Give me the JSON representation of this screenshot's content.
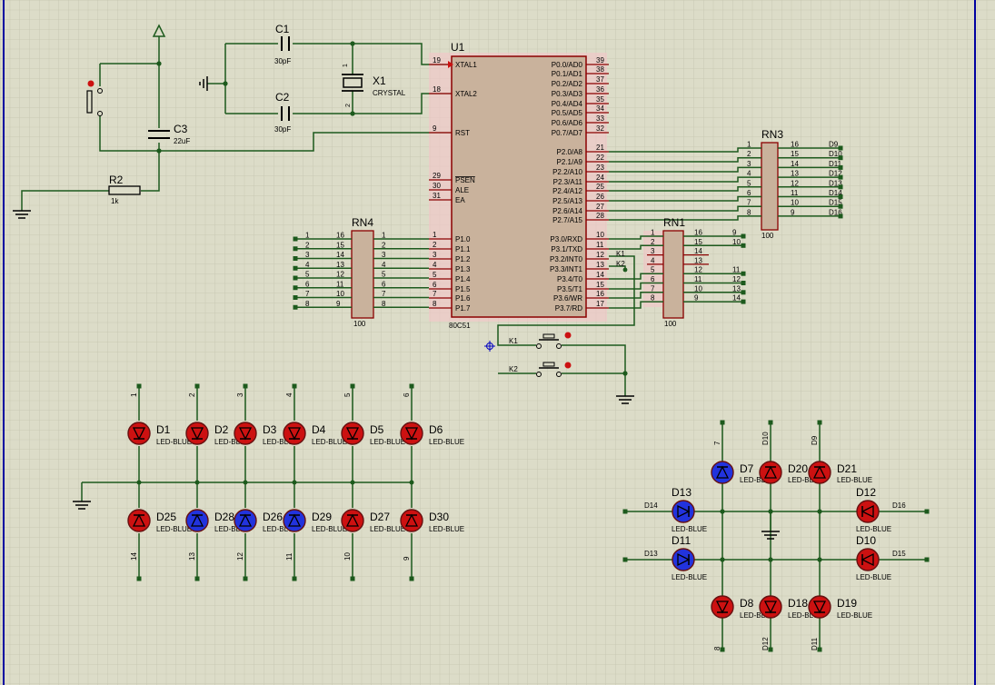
{
  "chip": {
    "ref": "U1",
    "type": "80C51",
    "left_pins": [
      {
        "num": "19",
        "name": "XTAL1"
      },
      {
        "num": "18",
        "name": "XTAL2"
      },
      {
        "num": "9",
        "name": "RST"
      },
      {
        "num": "29",
        "name": "PSEN"
      },
      {
        "num": "30",
        "name": "ALE"
      },
      {
        "num": "31",
        "name": "EA"
      },
      {
        "num": "1",
        "name": "P1.0"
      },
      {
        "num": "2",
        "name": "P1.1"
      },
      {
        "num": "3",
        "name": "P1.2"
      },
      {
        "num": "4",
        "name": "P1.3"
      },
      {
        "num": "5",
        "name": "P1.4"
      },
      {
        "num": "6",
        "name": "P1.5"
      },
      {
        "num": "7",
        "name": "P1.6"
      },
      {
        "num": "8",
        "name": "P1.7"
      }
    ],
    "right_pins": [
      {
        "num": "39",
        "name": "P0.0/AD0"
      },
      {
        "num": "38",
        "name": "P0.1/AD1"
      },
      {
        "num": "37",
        "name": "P0.2/AD2"
      },
      {
        "num": "36",
        "name": "P0.3/AD3"
      },
      {
        "num": "35",
        "name": "P0.4/AD4"
      },
      {
        "num": "34",
        "name": "P0.5/AD5"
      },
      {
        "num": "33",
        "name": "P0.6/AD6"
      },
      {
        "num": "32",
        "name": "P0.7/AD7"
      },
      {
        "num": "21",
        "name": "P2.0/A8"
      },
      {
        "num": "22",
        "name": "P2.1/A9"
      },
      {
        "num": "23",
        "name": "P2.2/A10"
      },
      {
        "num": "24",
        "name": "P2.3/A11"
      },
      {
        "num": "25",
        "name": "P2.4/A12"
      },
      {
        "num": "26",
        "name": "P2.5/A13"
      },
      {
        "num": "27",
        "name": "P2.6/A14"
      },
      {
        "num": "28",
        "name": "P2.7/A15"
      },
      {
        "num": "10",
        "name": "P3.0/RXD"
      },
      {
        "num": "11",
        "name": "P3.1/TXD"
      },
      {
        "num": "12",
        "name": "P3.2/INT0"
      },
      {
        "num": "13",
        "name": "P3.3/INT1"
      },
      {
        "num": "14",
        "name": "P3.4/T0"
      },
      {
        "num": "15",
        "name": "P3.5/T1"
      },
      {
        "num": "16",
        "name": "P3.6/WR"
      },
      {
        "num": "17",
        "name": "P3.7/RD"
      }
    ]
  },
  "components": {
    "c1": {
      "ref": "C1",
      "value": "30pF"
    },
    "c2": {
      "ref": "C2",
      "value": "30pF"
    },
    "c3": {
      "ref": "C3",
      "value": "22uF"
    },
    "x1": {
      "ref": "X1",
      "value": "CRYSTAL",
      "pin1": "1",
      "pin2": "2"
    },
    "r2": {
      "ref": "R2",
      "value": "1k"
    },
    "k1": {
      "ref": "K1"
    },
    "k2": {
      "ref": "K2"
    }
  },
  "rn3": {
    "ref": "RN3",
    "value": "100",
    "left": [
      "1",
      "2",
      "3",
      "4",
      "5",
      "6",
      "7",
      "8"
    ],
    "right": [
      "16",
      "15",
      "14",
      "13",
      "12",
      "11",
      "10",
      "9"
    ],
    "nets": [
      "D9",
      "D10",
      "D11",
      "D12",
      "D13",
      "D14",
      "D15",
      "D16"
    ]
  },
  "rn4": {
    "ref": "RN4",
    "value": "100",
    "outer": [
      "1",
      "2",
      "3",
      "4",
      "5",
      "6",
      "7",
      "8"
    ],
    "left": [
      "16",
      "15",
      "14",
      "13",
      "12",
      "11",
      "10",
      "9"
    ],
    "right": [
      "1",
      "2",
      "3",
      "4",
      "5",
      "6",
      "7",
      "8"
    ]
  },
  "rn1": {
    "ref": "RN1",
    "value": "100",
    "left": [
      "1",
      "2",
      "3",
      "4",
      "5",
      "6",
      "7",
      "8"
    ],
    "right": [
      "16",
      "15",
      "14",
      "13",
      "12",
      "11",
      "10",
      "9"
    ],
    "outer": [
      "9",
      "10",
      "",
      "",
      "11",
      "12",
      "13",
      "14"
    ]
  },
  "p3_nets": {
    "k1": "K1",
    "k2": "K2"
  },
  "led_matrix_left": {
    "top_row": [
      {
        "ref": "D1",
        "value": "LED-BLUE",
        "lit": false,
        "col_net": "1"
      },
      {
        "ref": "D2",
        "value": "LED-BLUE",
        "lit": false,
        "col_net": "2"
      },
      {
        "ref": "D3",
        "value": "LED-BLUE",
        "lit": false,
        "col_net": "3"
      },
      {
        "ref": "D4",
        "value": "LED-BLUE",
        "lit": false,
        "col_net": "4"
      },
      {
        "ref": "D5",
        "value": "LED-BLUE",
        "lit": false,
        "col_net": "5"
      },
      {
        "ref": "D6",
        "value": "LED-BLUE",
        "lit": false,
        "col_net": "6"
      }
    ],
    "bottom_row": [
      {
        "ref": "D25",
        "value": "LED-BLUE",
        "lit": false,
        "col_net": "14"
      },
      {
        "ref": "D28",
        "value": "LED-BLUE",
        "lit": true,
        "col_net": "13"
      },
      {
        "ref": "D26",
        "value": "LED-BLUE",
        "lit": true,
        "col_net": "12"
      },
      {
        "ref": "D29",
        "value": "LED-BLUE",
        "lit": true,
        "col_net": "11"
      },
      {
        "ref": "D27",
        "value": "LED-BLUE",
        "lit": false,
        "col_net": "10"
      },
      {
        "ref": "D30",
        "value": "LED-BLUE",
        "lit": false,
        "col_net": "9"
      }
    ]
  },
  "led_matrix_right": {
    "top": [
      {
        "ref": "D7",
        "value": "LED-BLUE",
        "lit": true,
        "net": "7"
      },
      {
        "ref": "D20",
        "value": "LED-BLUE",
        "lit": false,
        "net": "D10"
      },
      {
        "ref": "D21",
        "value": "LED-BLUE",
        "lit": false,
        "net": "D9"
      }
    ],
    "middle_left": [
      {
        "ref": "D13",
        "value": "LED-BLUE",
        "lit": true,
        "net": "D14"
      },
      {
        "ref": "D11",
        "value": "LED-BLUE",
        "lit": true,
        "net": "D13"
      }
    ],
    "middle_right": [
      {
        "ref": "D12",
        "value": "LED-BLUE",
        "lit": false,
        "net": "D16"
      },
      {
        "ref": "D10",
        "value": "LED-BLUE",
        "lit": false,
        "net": "D15"
      }
    ],
    "bottom": [
      {
        "ref": "D8",
        "value": "LED-BLUE",
        "lit": false,
        "net": "8"
      },
      {
        "ref": "D18",
        "value": "LED-BLUE",
        "lit": false,
        "net": "D12"
      },
      {
        "ref": "D19",
        "value": "LED-BLUE",
        "lit": false,
        "net": "D11"
      }
    ]
  },
  "colors": {
    "background": "#dcdcc8",
    "grid": "#c4c4ae",
    "wire": "#1d5a1d",
    "junction": "#1d5a1d",
    "body_outline": "#8b0000",
    "chip_fill": "#c9b29c",
    "pin_line": "#8b0000",
    "text": "#000000",
    "component": "#000000",
    "led_off": "#cc1111",
    "led_on": "#2233dd",
    "border": "#0000a0"
  }
}
